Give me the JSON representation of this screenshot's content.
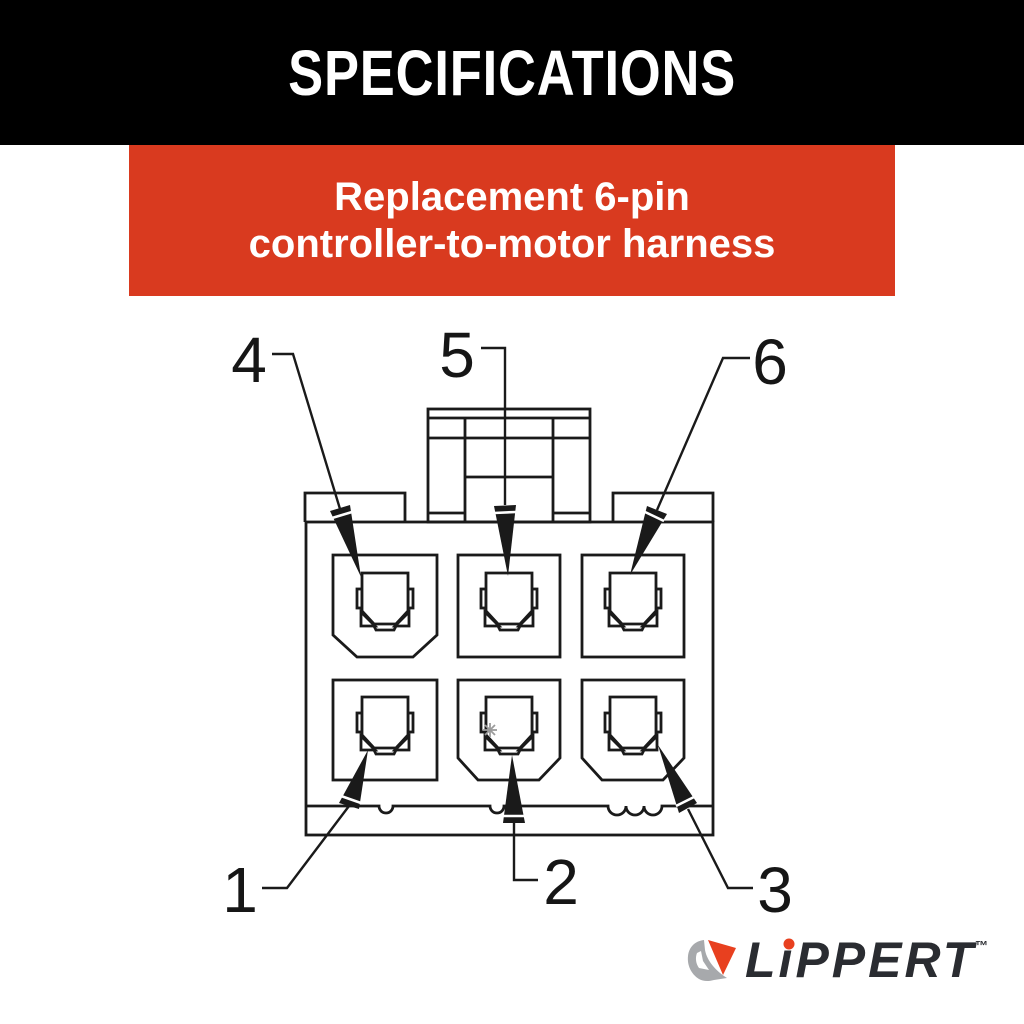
{
  "header": {
    "title": "SPECIFICATIONS"
  },
  "subheader": {
    "line1": "Replacement 6-pin",
    "line2": "controller-to-motor harness"
  },
  "diagram": {
    "pins": [
      {
        "number": "1"
      },
      {
        "number": "2"
      },
      {
        "number": "3"
      },
      {
        "number": "4"
      },
      {
        "number": "5"
      },
      {
        "number": "6"
      }
    ]
  },
  "footer": {
    "brand_label": "LIPPERT",
    "brand_parts": {
      "l": "L",
      "i": "ı",
      "rest": "PPERT"
    },
    "trademark": "™"
  },
  "colors": {
    "banner_bg": "#000000",
    "subtitle_bg": "#D93A1F",
    "line": "#1A1A1A",
    "logo_red": "#E8401F",
    "logo_gray": "#A7A9AC",
    "logo_text": "#2A2C31"
  }
}
